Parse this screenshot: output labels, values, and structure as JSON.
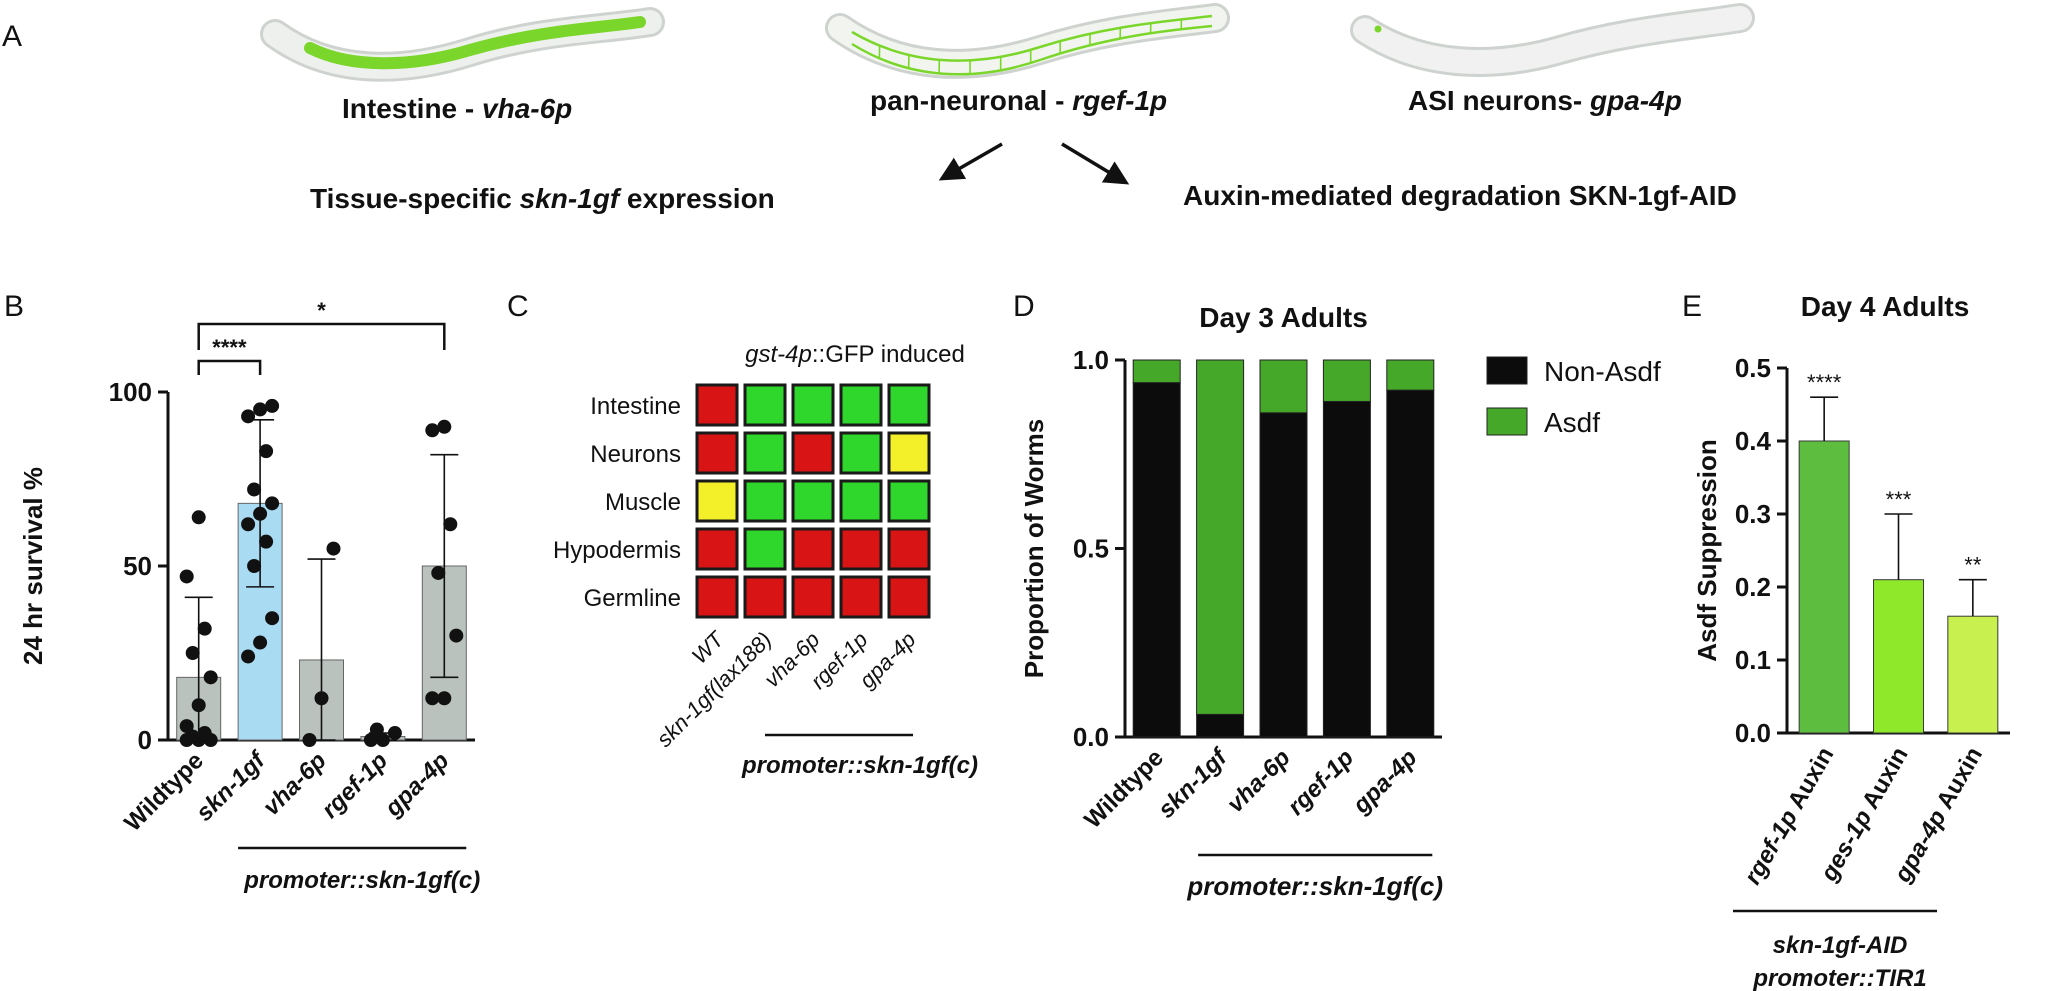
{
  "panel_a": {
    "label": "A",
    "worms": [
      {
        "name_plain": "Intestine - ",
        "name_italic": "vha-6p"
      },
      {
        "name_plain": "pan-neuronal - ",
        "name_italic": "rgef-1p"
      },
      {
        "name_plain": "ASI neurons- ",
        "name_italic": "gpa-4p"
      }
    ],
    "left_arrow_text": {
      "pre": "Tissue-specific ",
      "italic": "skn-1gf",
      "post": " expression"
    },
    "right_arrow_text": "Auxin-mediated degradation SKN-1gf-AID"
  },
  "colors": {
    "dot": "#111111",
    "grey_bar": "#b9c2bd",
    "blue_bar": "#a9dcf3",
    "black": "#0c0c0c",
    "green": "#45a829",
    "red": "#d81414",
    "lime": "#2fd62c",
    "yellow": "#f3f02a",
    "e_bar1": "#5cbd3f",
    "e_bar2": "#8fe82a",
    "e_bar3": "#c8f04f",
    "worm_green": "#7bd62b"
  },
  "chart_data": [
    {
      "panel": "B",
      "type": "bar",
      "ylabel": "24 hr survival %",
      "ylim": [
        0,
        100
      ],
      "yticks": [
        "0",
        "50",
        "100"
      ],
      "categories": [
        "Wildtype",
        "skn-1gf",
        "vha-6p",
        "rgef-1p",
        "gpa-4p"
      ],
      "values": [
        18,
        68,
        23,
        1,
        50
      ],
      "sd": [
        23,
        24,
        29,
        1,
        32
      ],
      "points": [
        [
          0,
          0,
          0,
          1,
          2,
          4,
          10,
          18,
          25,
          32,
          47,
          64
        ],
        [
          24,
          28,
          35,
          50,
          57,
          62,
          65,
          68,
          72,
          83,
          93,
          95,
          96
        ],
        [
          0,
          12,
          55
        ],
        [
          0,
          0,
          2,
          3
        ],
        [
          12,
          12,
          30,
          48,
          62,
          89,
          90
        ]
      ],
      "group_label": "promoter::skn-1gf(c)",
      "sig": [
        {
          "label": "****"
        },
        {
          "label": "*"
        }
      ]
    },
    {
      "panel": "C",
      "type": "heatmap",
      "title_italic": "gst-4p",
      "title_rest": "::GFP induced",
      "rows": [
        "Intestine",
        "Neurons",
        "Muscle",
        "Hypodermis",
        "Germline"
      ],
      "columns": [
        "WT",
        "skn-1gf(lax188)",
        "vha-6p",
        "rgef-1p",
        "gpa-4p"
      ],
      "cells": [
        [
          "red",
          "green",
          "green",
          "green",
          "green"
        ],
        [
          "red",
          "green",
          "red",
          "green",
          "yellow"
        ],
        [
          "yellow",
          "green",
          "green",
          "green",
          "green"
        ],
        [
          "red",
          "green",
          "red",
          "red",
          "red"
        ],
        [
          "red",
          "red",
          "red",
          "red",
          "red"
        ]
      ],
      "group_label": "promoter::skn-1gf(c)"
    },
    {
      "panel": "D",
      "type": "bar",
      "stacked": true,
      "title": "Day 3 Adults",
      "ylabel": "Proportion of Worms",
      "ylim": [
        0,
        1
      ],
      "yticks": [
        "0.0",
        "0.5",
        "1.0"
      ],
      "categories": [
        "Wildtype",
        "skn-1gf",
        "vha-6p",
        "rgef-1p",
        "gpa-4p"
      ],
      "series": [
        {
          "name": "Non-Asdf",
          "values": [
            0.94,
            0.06,
            0.86,
            0.89,
            0.92
          ]
        },
        {
          "name": "Asdf",
          "values": [
            0.06,
            0.94,
            0.14,
            0.11,
            0.08
          ]
        }
      ],
      "legend": "top-right",
      "group_label": "promoter::skn-1gf(c)"
    },
    {
      "panel": "E",
      "type": "bar",
      "title": "Day 4 Adults",
      "ylabel": "Asdf Suppression",
      "ylim": [
        0,
        0.5
      ],
      "yticks": [
        "0.0",
        "0.1",
        "0.2",
        "0.3",
        "0.4",
        "0.5"
      ],
      "categories": [
        {
          "italic": "rgef-1p",
          "rest": " Auxin"
        },
        {
          "italic": "ges-1p",
          "rest": " Auxin"
        },
        {
          "italic": "gpa-4p",
          "rest": " Auxin"
        }
      ],
      "values": [
        0.4,
        0.21,
        0.16
      ],
      "error": [
        0.06,
        0.09,
        0.05
      ],
      "significance": [
        "****",
        "***",
        "**"
      ],
      "group_label_1": "skn-1gf-AID",
      "group_label_2": "promoter::TIR1"
    }
  ],
  "panel_labels": {
    "b": "B",
    "c": "C",
    "d": "D",
    "e": "E"
  }
}
